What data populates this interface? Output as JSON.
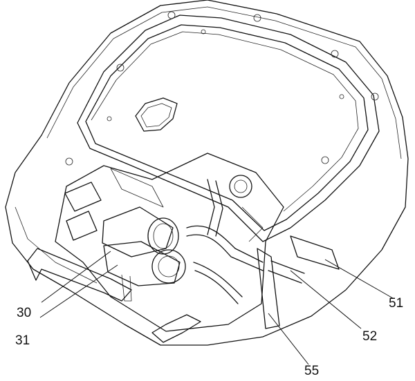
{
  "labels": {
    "l30": "30",
    "l31": "31",
    "l51": "51",
    "l52": "52",
    "l55": "55"
  }
}
